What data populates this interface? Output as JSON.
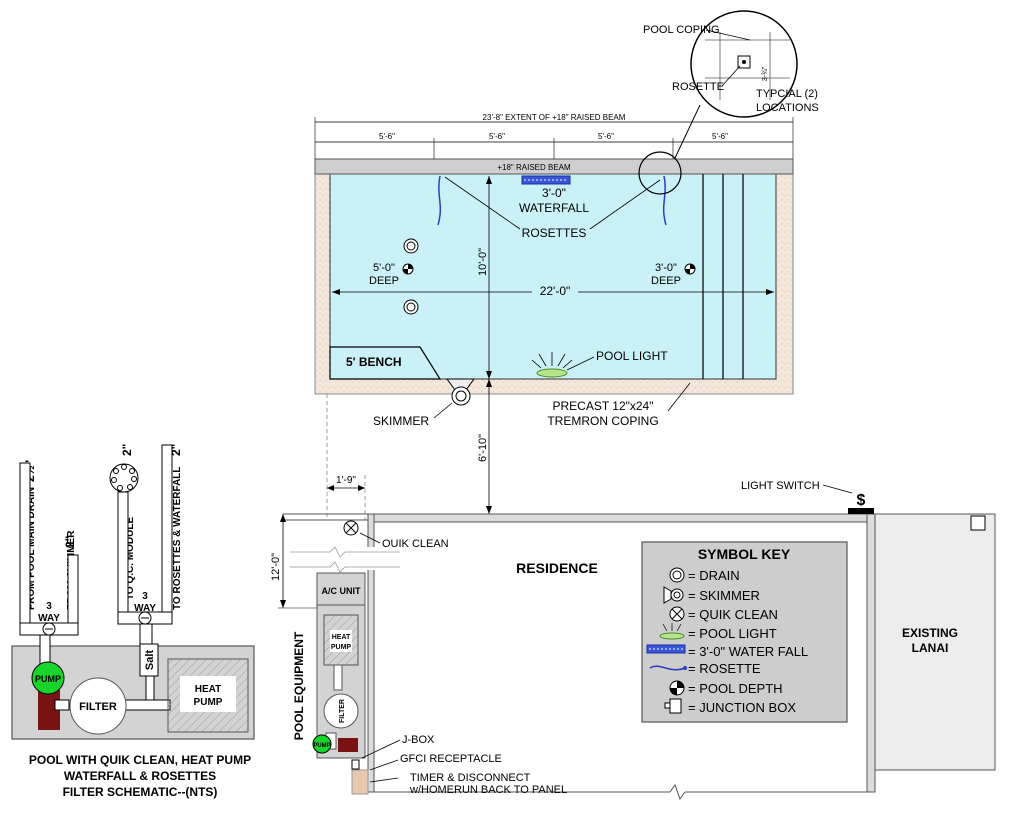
{
  "dimensions": {
    "beam_extent": "23'-8\" EXTENT OF +18\" RAISED BEAM",
    "segments": [
      "5'-6\"",
      "5'-6\"",
      "5'-6\"",
      "5'-6\""
    ],
    "raised_beam": "+18\" RAISED BEAM",
    "pool_width": "10'-0\"",
    "pool_length": "22'-0\"",
    "setback": "6'-10\"",
    "equip_offset": "1'-9\"",
    "equip_depth": "12'-0\""
  },
  "pool": {
    "waterfall_size": "3'-0\"",
    "waterfall_label": "WATERFALL",
    "rosettes_label": "ROSETTES",
    "depth_left": "5'-0\"",
    "depth_right": "3'-0\"",
    "deep_label": "DEEP",
    "bench_label": "5' BENCH",
    "pool_light_label": "POOL LIGHT",
    "skimmer_label": "SKIMMER",
    "coping_line1": "PRECAST 12\"x24\"",
    "coping_line2": "TREMRON COPING"
  },
  "detail": {
    "coping_label": "POOL COPING",
    "rosette_label": "ROSETTE",
    "dim": "3-¾\"",
    "locations_line1": "TYPCIAL (2)",
    "locations_line2": "LOCATIONS"
  },
  "residence": {
    "title": "RESIDENCE",
    "light_switch": "LIGHT SWITCH",
    "switch_symbol": "$",
    "quik_clean": "QUIK CLEAN",
    "ac_unit": "A/C UNIT",
    "pool_equipment": "POOL EQUIPMENT",
    "heat_pump": [
      "HEAT",
      "PUMP"
    ],
    "filter": "FILTER",
    "pump": "PUMP",
    "jbox": "J-BOX",
    "gfci": "GFCI RECEPTACLE",
    "timer_line1": "TIMER & DISCONNECT",
    "timer_line2": "w/HOMERUN BACK TO PANEL",
    "lanai_line1": "EXISTING",
    "lanai_line2": "LANAI"
  },
  "symbol_key": {
    "title": "SYMBOL KEY",
    "items": [
      "= DRAIN",
      "= SKIMMER",
      "= QUIK CLEAN",
      "= POOL LIGHT",
      "= 3'-0\" WATER FALL",
      "= ROSETTE",
      "= POOL DEPTH",
      "= JUNCTION BOX"
    ]
  },
  "schematic": {
    "from_main_drain": "FROM POOL MAIN DRAIN",
    "main_drain_size": "2½\"",
    "from_skimmer": "FROM SKIMMER",
    "skimmer_size": "2\"",
    "to_qc": "TO Q.C. MODULE",
    "qc_size": "2\"",
    "to_rosettes": "TO ROSETTES & WATERFALL",
    "rosettes_size": "2\"",
    "three": "3",
    "way": "WAY",
    "salt": "Salt",
    "pump": "PUMP",
    "filter": "FILTER",
    "heat_pump": [
      "HEAT",
      "PUMP"
    ],
    "title_line1": "POOL WITH QUIK CLEAN, HEAT PUMP",
    "title_line2": "WATERFALL & ROSETTES",
    "title_line3": "FILTER SCHEMATIC--(NTS)"
  }
}
